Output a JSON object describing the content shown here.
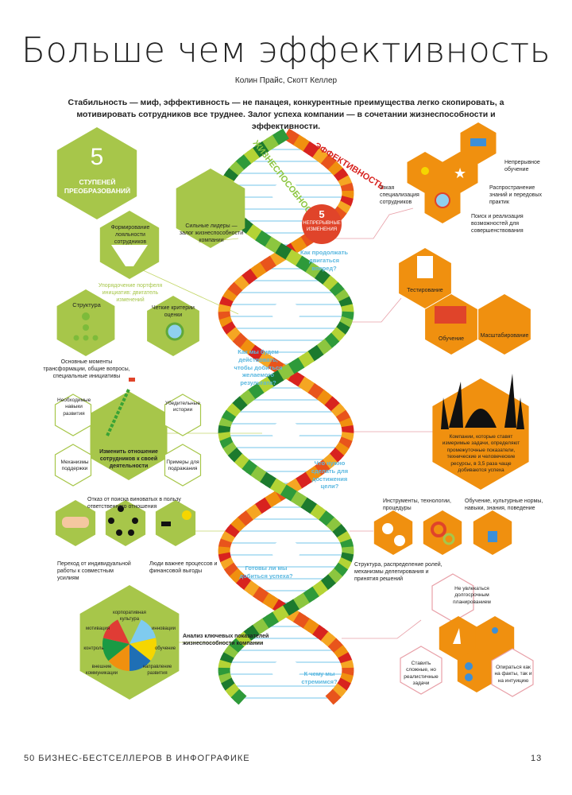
{
  "title": "Больше чем эффективность",
  "authors": "Колин Прайс, Скотт Келлер",
  "lead": "Стабильность — миф, эффективность — не панацея, конкурентные преимущества легко скопировать, а мотивировать сотрудников все труднее. Залог успеха компании — в сочетании жизнеспособности и эффективности.",
  "colors": {
    "green": "#a7c64a",
    "orange": "#f0900f",
    "red": "#e0442a",
    "question": "#5bb8e0"
  },
  "helix": {
    "label_efficiency": "ЭФФЕКТИВНОСТЬ",
    "label_viability": "ЖИЗНЕСПОСОБНОСТЬ",
    "questions": [
      "Как продолжать двигаться вперед?",
      "Как мы будем действовать, чтобы добиться желаемого результата?",
      "Что нужно сделать для достижения цели?",
      "Готовы ли мы добиться успеха?",
      "К чему мы стремимся?"
    ]
  },
  "circle": {
    "number": "5",
    "label": "НЕПРЕРЫВНЫЕ ИЗМЕНЕНИЯ"
  },
  "left": {
    "steps_number": "5",
    "steps_label": "СТУПЕНЕЙ ПРЕОБРАЗОВАНИЙ",
    "leaders": "Сильные лидеры — залог жизнеспособности компании",
    "loyalty": "Формирование лояльности сотрудников",
    "portfolio": "Упорядочение портфеля инициатив: двигатель изменений",
    "structure": "Структура",
    "criteria": "Четкие критерии оценки",
    "key_moments": "Основные моменты трансформации, общие вопросы, специальные инициативы",
    "change_attitude": "Изменить отношение сотрудников к своей деятельности",
    "skills": "Необходимые навыки развития",
    "stories": "Убедительные истории",
    "support": "Механизмы поддержки",
    "examples": "Примеры для подражания",
    "blame": "Отказ от поиска виноватых в пользу ответственного отношения",
    "teamwork": "Переход от индивидуальной работы к совместным усилиям",
    "people": "Люди важнее процессов и финансовой выгоды",
    "analysis": "Анализ ключевых показателей жизнеспособности компании",
    "pie_labels": [
      "корпоративная культура",
      "инновации",
      "обучение",
      "направление развития",
      "внешние коммуникации",
      "контроль",
      "мотивация"
    ],
    "pie_colors": [
      "#a7c64a",
      "#7fcbef",
      "#f5d600",
      "#1f6fb5",
      "#f0900f",
      "#1a9a44",
      "#e03c35"
    ]
  },
  "right": {
    "continuous_learning": "Непрерывное обучение",
    "knowledge_sharing": "Распространение знаний и передовых практик",
    "specialization": "Узкая специализация сотрудников",
    "opportunities": "Поиск и реализация возможностей для совершенствования",
    "testing": "Тестирование",
    "learning": "Обучение",
    "scaling": "Масштабирование",
    "companies": "Компании, которые ставят измеримые задачи, определяют промежуточные показатели, технические и человеческие ресурсы, в 3,5 раза чаще добиваются успеха",
    "tools": "Инструменты, технологии, процедуры",
    "culture": "Обучение, культурные нормы, навыки, знания, поведение",
    "roles": "Структура, распределение ролей, механизмы делегирования и принятия решений",
    "no_longterm": "Не увлекаться долгосрочным планированием",
    "realistic": "Ставить сложные, но реалистичные задачи",
    "facts": "Опираться как на факты, так и на интуицию"
  },
  "footer": {
    "book": "50 БИЗНЕС-БЕСТСЕЛЛЕРОВ В ИНФОГРАФИКЕ",
    "page": "13"
  }
}
